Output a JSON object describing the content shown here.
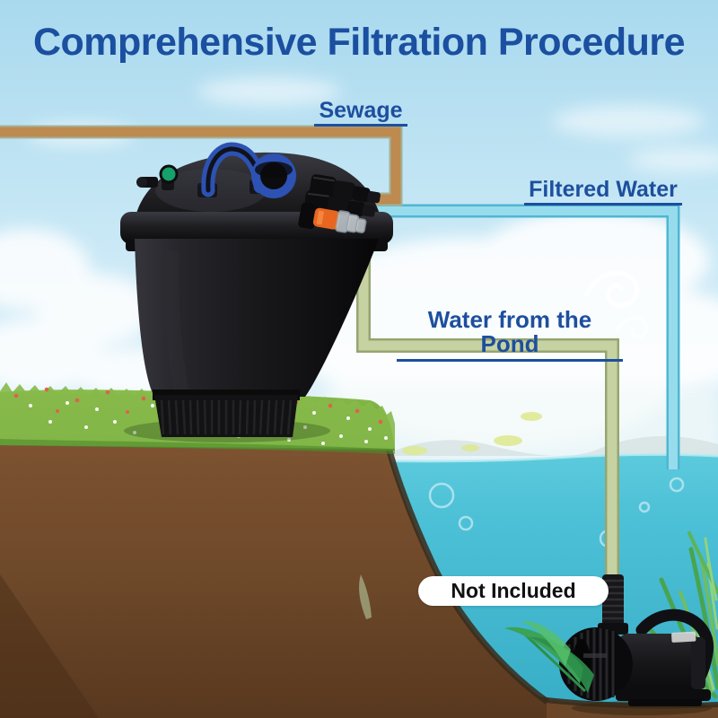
{
  "title": "Comprehensive Filtration Procedure",
  "labels": {
    "sewage": "Sewage",
    "filtered_water": "Filtered Water",
    "water_from_pond": "Water from the Pond"
  },
  "badge": {
    "not_included": "Not Included"
  },
  "colors": {
    "title_blue": "#1b4fa0",
    "label_blue": "#1d4f9e",
    "pipe_sewage": "#bd8a4f",
    "pipe_sewage_edge": "#a3b29a",
    "pipe_filtered": "#97dcec",
    "pipe_filtered_edge": "#4fb6d2",
    "pipe_pond": "#c6d2a2",
    "pipe_pond_edge": "#95a571",
    "water_top": "#55c8db",
    "water_deep": "#37adc6",
    "grass_green": "#6ba438",
    "dirt_brown": "#6d4829",
    "sky_top": "#a9d9ee",
    "badge_bg": "#ffffff",
    "badge_text": "#111111"
  }
}
